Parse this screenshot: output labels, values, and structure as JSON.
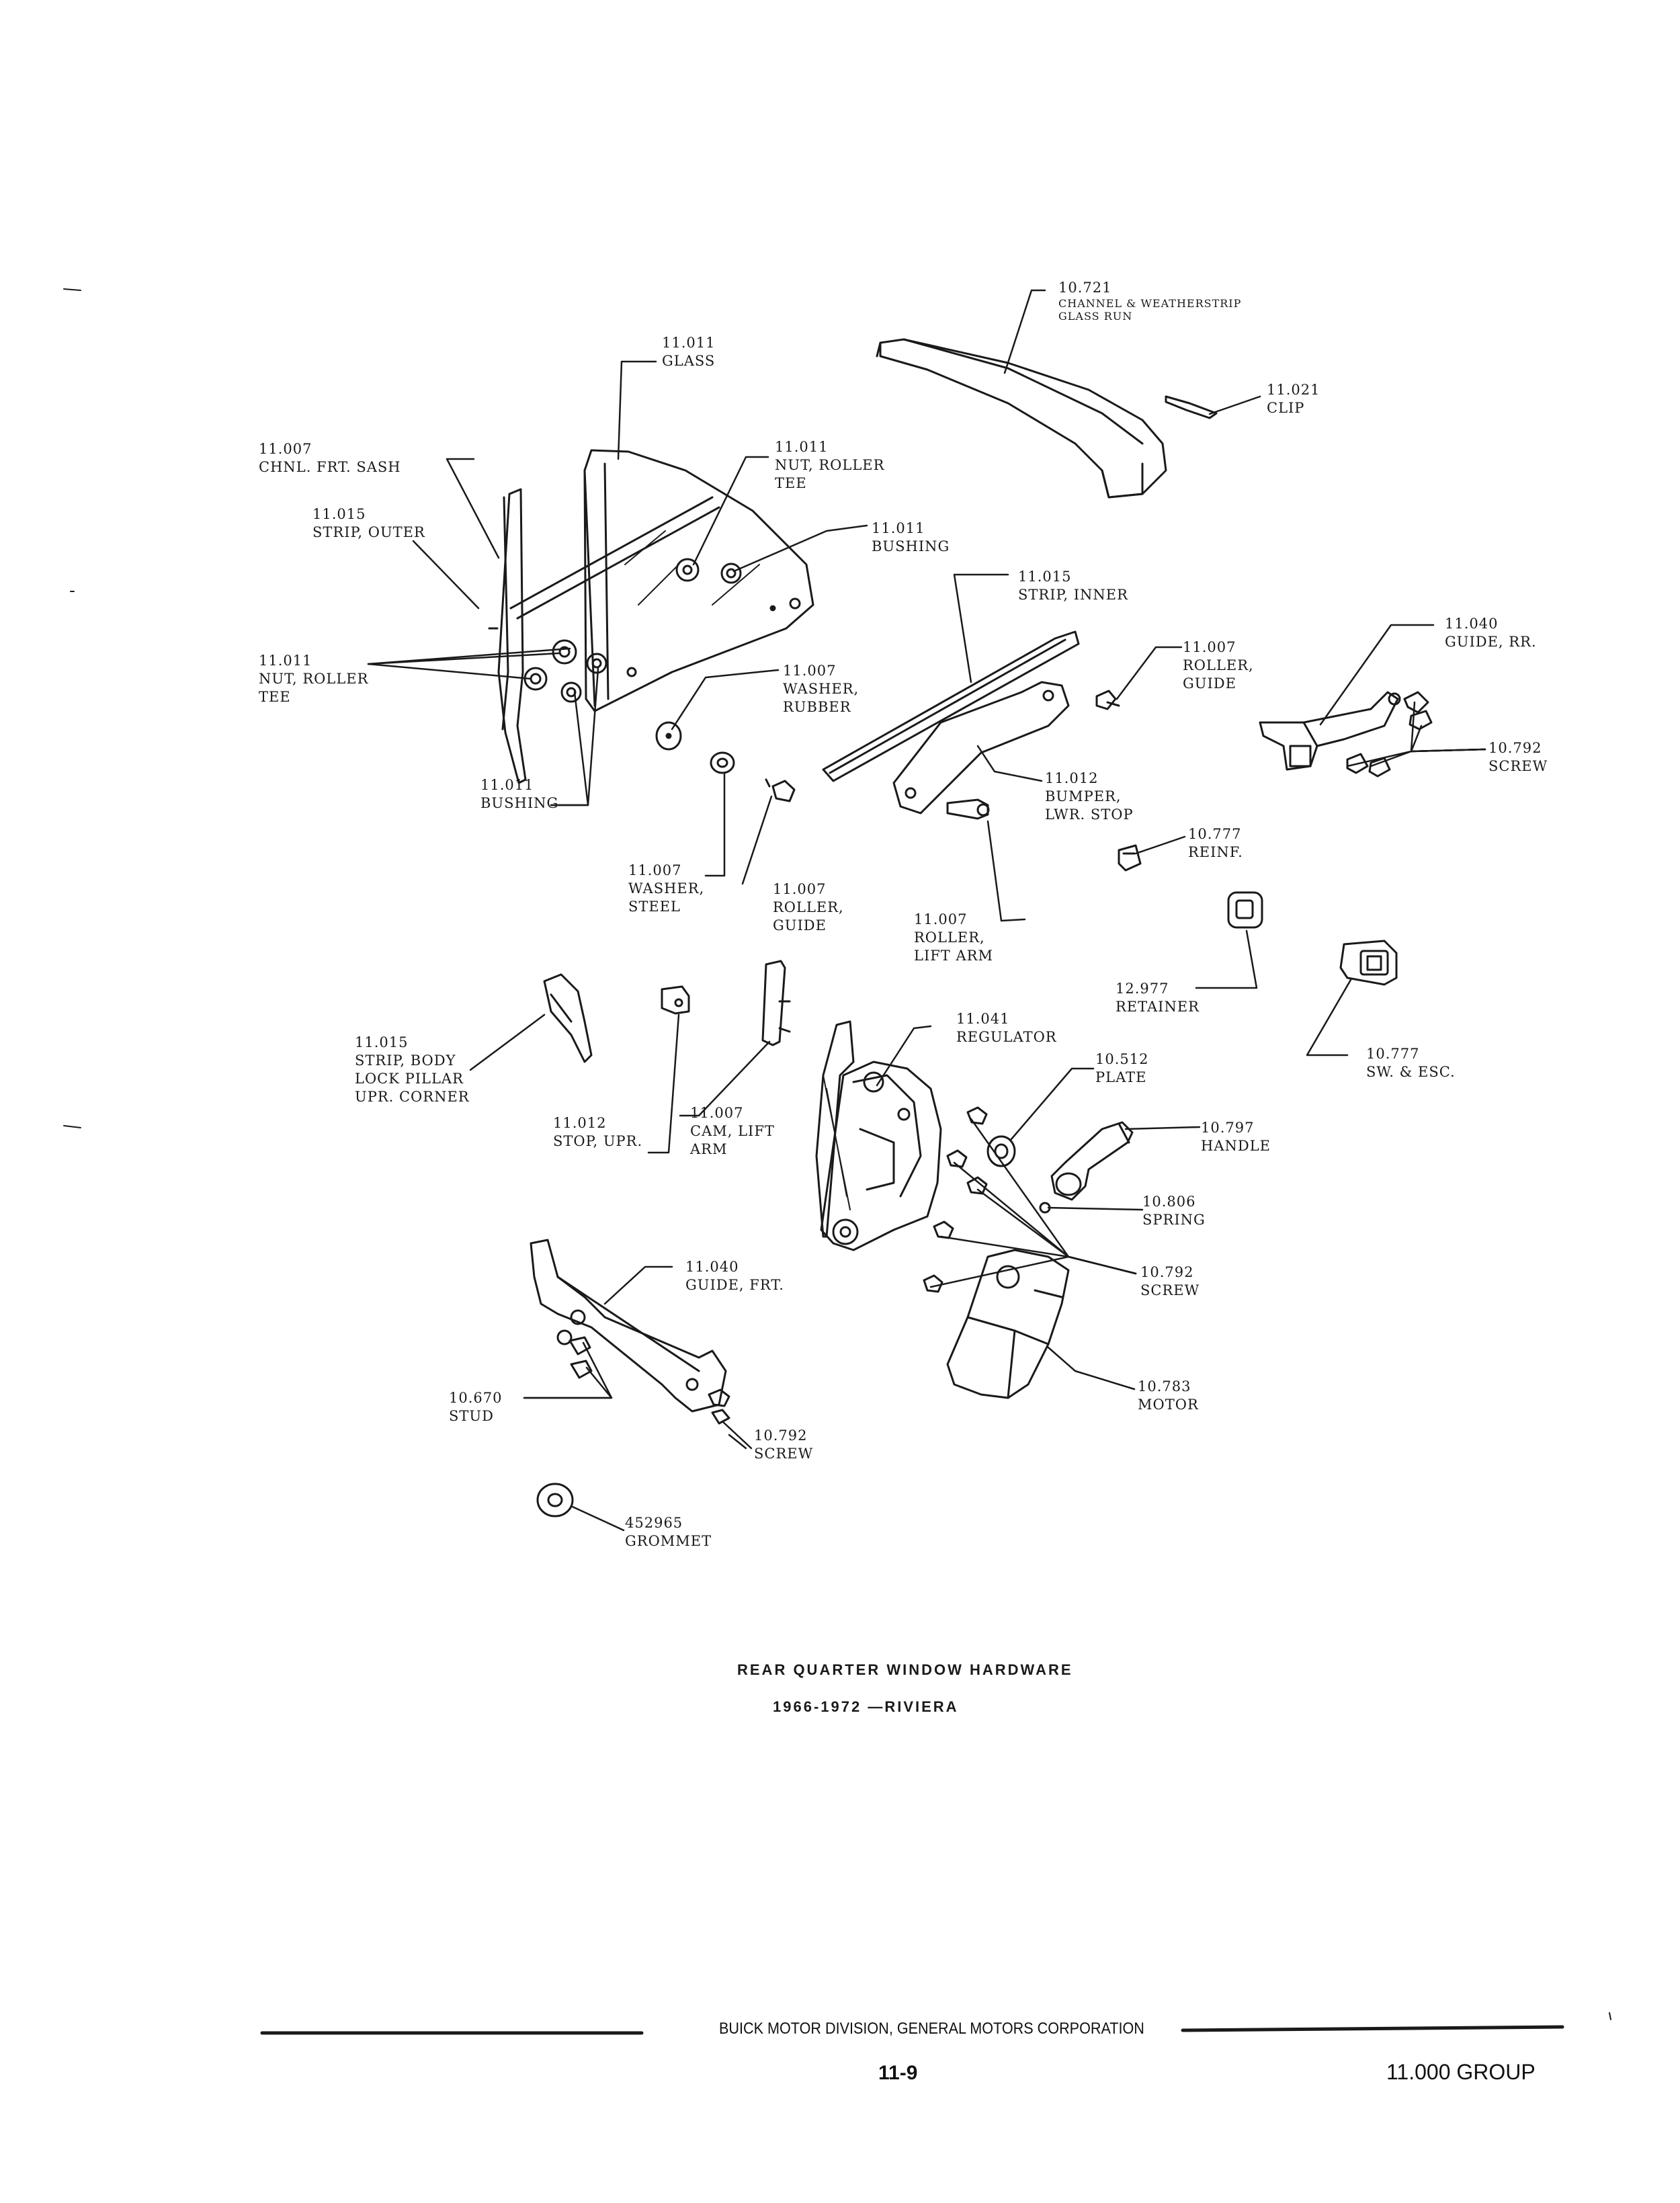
{
  "labels": {
    "channel_weatherstrip": {
      "num": "10.721",
      "lines": [
        "CHANNEL & WEATHERSTRIP",
        "GLASS RUN"
      ]
    },
    "clip": {
      "num": "11.021",
      "lines": [
        "CLIP"
      ]
    },
    "glass": {
      "num": "11.011",
      "lines": [
        "GLASS"
      ]
    },
    "chnl_frt_sash": {
      "num": "11.007",
      "lines": [
        "CHNL. FRT. SASH"
      ]
    },
    "nut_roller_tee_top": {
      "num": "11.011",
      "lines": [
        "NUT, ROLLER",
        "TEE"
      ]
    },
    "strip_outer": {
      "num": "11.015",
      "lines": [
        "STRIP, OUTER"
      ]
    },
    "bushing_top": {
      "num": "11.011",
      "lines": [
        "BUSHING"
      ]
    },
    "strip_inner": {
      "num": "11.015",
      "lines": [
        "STRIP, INNER"
      ]
    },
    "guide_rr": {
      "num": "11.040",
      "lines": [
        "GUIDE, RR."
      ]
    },
    "nut_roller_tee_left": {
      "num": "11.011",
      "lines": [
        "NUT, ROLLER",
        "TEE"
      ]
    },
    "washer_rubber": {
      "num": "11.007",
      "lines": [
        "WASHER,",
        "RUBBER"
      ]
    },
    "roller_guide_right": {
      "num": "11.007",
      "lines": [
        "ROLLER,",
        "GUIDE"
      ]
    },
    "screw_rr": {
      "num": "10.792",
      "lines": [
        "SCREW"
      ]
    },
    "bushing_bottom": {
      "num": "11.011",
      "lines": [
        "BUSHING"
      ]
    },
    "bumper_lwr_stop": {
      "num": "11.012",
      "lines": [
        "BUMPER,",
        "LWR. STOP"
      ]
    },
    "reinf": {
      "num": "10.777",
      "lines": [
        "REINF."
      ]
    },
    "washer_steel": {
      "num": "11.007",
      "lines": [
        "WASHER,",
        "STEEL"
      ]
    },
    "roller_guide_mid": {
      "num": "11.007",
      "lines": [
        "ROLLER,",
        "GUIDE"
      ]
    },
    "roller_lift_arm": {
      "num": "11.007",
      "lines": [
        "ROLLER,",
        "LIFT ARM"
      ]
    },
    "retainer": {
      "num": "12.977",
      "lines": [
        "RETAINER"
      ]
    },
    "regulator": {
      "num": "11.041",
      "lines": [
        "REGULATOR"
      ]
    },
    "strip_body_lock": {
      "num": "11.015",
      "lines": [
        "STRIP, BODY",
        "LOCK PILLAR",
        "UPR. CORNER"
      ]
    },
    "plate": {
      "num": "10.512",
      "lines": [
        "PLATE"
      ]
    },
    "sw_esc": {
      "num": "10.777",
      "lines": [
        "SW. & ESC."
      ]
    },
    "stop_upr": {
      "num": "11.012",
      "lines": [
        "STOP, UPR."
      ]
    },
    "cam_lift_arm": {
      "num": "11.007",
      "lines": [
        "CAM, LIFT",
        "ARM"
      ]
    },
    "handle": {
      "num": "10.797",
      "lines": [
        "HANDLE"
      ]
    },
    "spring": {
      "num": "10.806",
      "lines": [
        "SPRING"
      ]
    },
    "guide_frt": {
      "num": "11.040",
      "lines": [
        "GUIDE, FRT."
      ]
    },
    "screw_mid": {
      "num": "10.792",
      "lines": [
        "SCREW"
      ]
    },
    "motor": {
      "num": "10.783",
      "lines": [
        "MOTOR"
      ]
    },
    "stud": {
      "num": "10.670",
      "lines": [
        "STUD"
      ]
    },
    "screw_bottom": {
      "num": "10.792",
      "lines": [
        "SCREW"
      ]
    },
    "grommet": {
      "num": "452965",
      "lines": [
        "GROMMET"
      ]
    }
  },
  "caption": {
    "title": "REAR QUARTER WINDOW HARDWARE",
    "subtitle": "1966-1972 —RIVIERA"
  },
  "footer": {
    "company": "BUICK MOTOR DIVISION, GENERAL MOTORS CORPORATION",
    "page_number": "11-9",
    "group": "11.000 GROUP"
  },
  "colors": {
    "ink": "#1a1a1a",
    "paper": "#ffffff"
  }
}
